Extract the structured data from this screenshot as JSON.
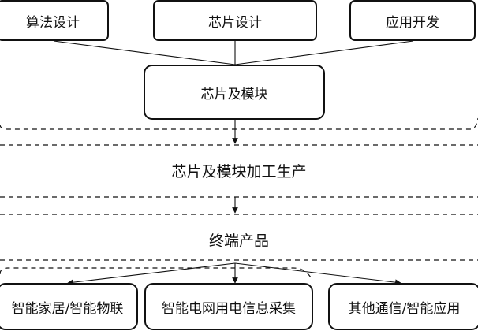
{
  "top_boxes": [
    {
      "label": "算法设计"
    },
    {
      "label": "芯片设计"
    },
    {
      "label": "应用开发"
    }
  ],
  "center_box": {
    "label": "芯片及模块"
  },
  "stages": [
    {
      "label": "芯片及模块加工生产"
    },
    {
      "label": "终端产品"
    }
  ],
  "bottom_boxes": [
    {
      "label": "智能家居/智能物联"
    },
    {
      "label": "智能电网用电信息采集"
    },
    {
      "label": "其他通信/智能应用"
    }
  ]
}
